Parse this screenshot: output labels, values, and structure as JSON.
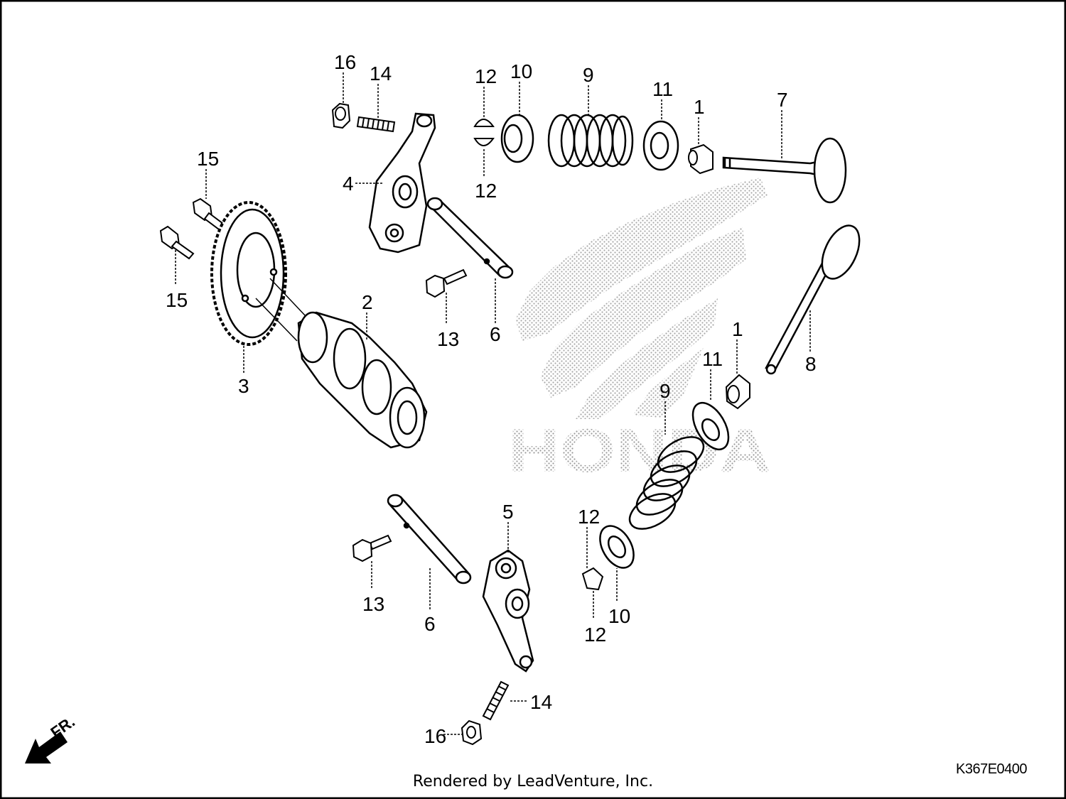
{
  "diagram": {
    "callouts": [
      "16",
      "14",
      "12",
      "10",
      "9",
      "11",
      "1",
      "7",
      "15",
      "4",
      "12",
      "15",
      "13",
      "6",
      "2",
      "3",
      "8",
      "1",
      "11",
      "9",
      "5",
      "12",
      "13",
      "6",
      "10",
      "12",
      "14",
      "16"
    ],
    "watermark": "HONDA",
    "direction_label": "FR."
  },
  "footer": {
    "credit": "Rendered by LeadVenture, Inc.",
    "drawing_code": "K367E0400"
  },
  "colors": {
    "line": "#000000",
    "watermark": "#bdbdbd",
    "background": "#ffffff"
  }
}
